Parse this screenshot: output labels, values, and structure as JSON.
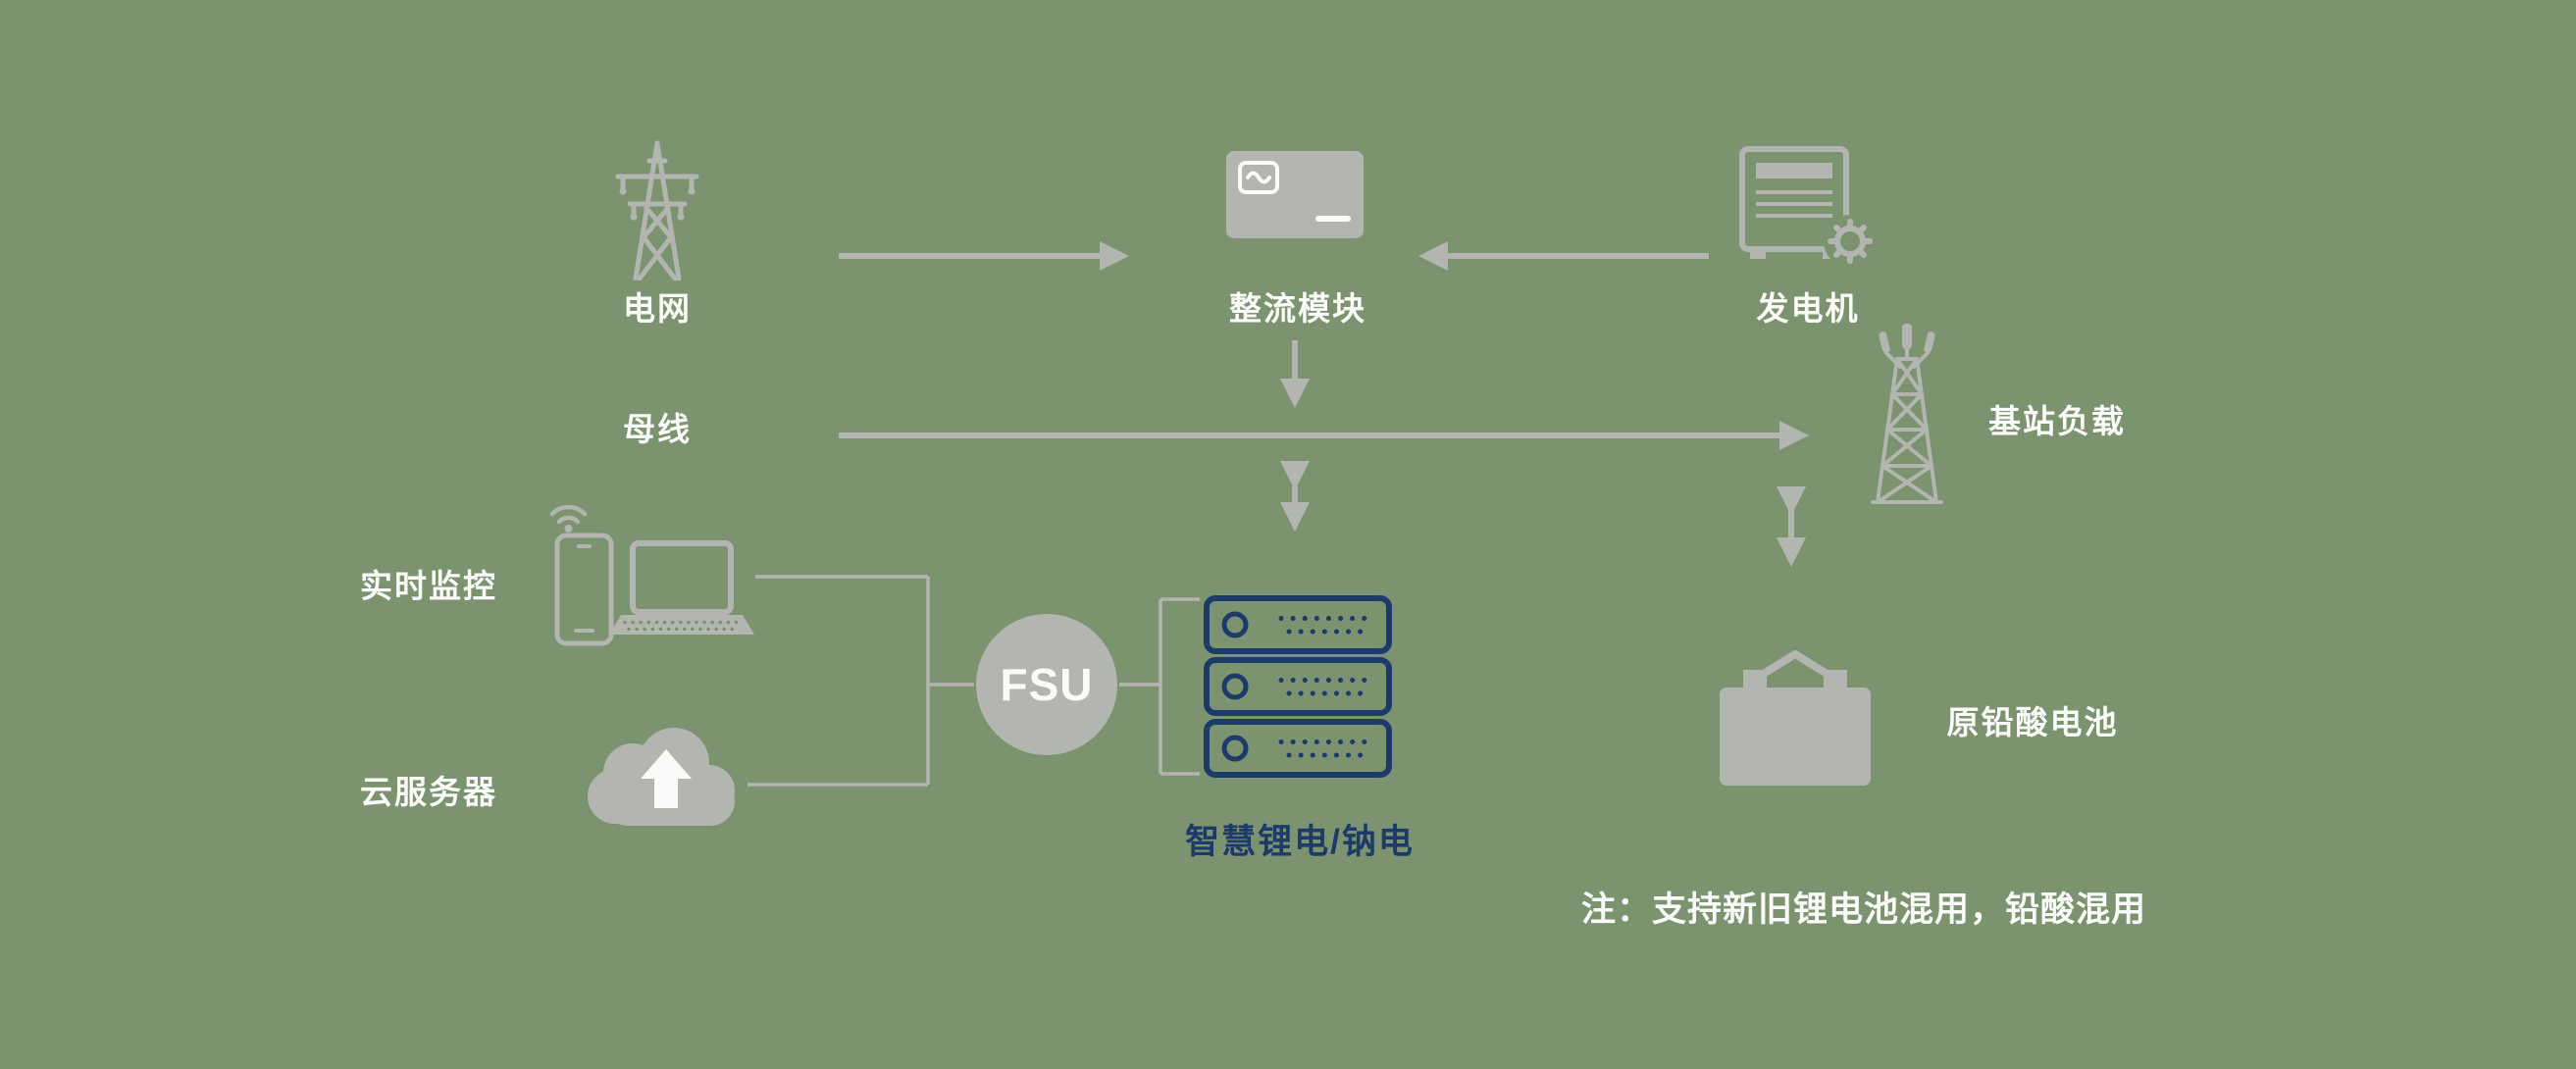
{
  "colors": {
    "bg": "#7c9370",
    "icon": "#b3b6b0",
    "text": "#fafbf8",
    "navy": "#1c3a6a"
  },
  "nodes": {
    "grid": {
      "label": "电网"
    },
    "rectifier": {
      "label": "整流模块"
    },
    "generator": {
      "label": "发电机"
    },
    "bus": {
      "label": "母线"
    },
    "base_station_load": {
      "label": "基站负载"
    },
    "realtime_monitoring": {
      "label": "实时监控"
    },
    "cloud_server": {
      "label": "云服务器"
    },
    "fsu": {
      "label": "FSU"
    },
    "smart_battery": {
      "label": "智慧锂电/钠电"
    },
    "lead_acid_battery": {
      "label": "原铅酸电池"
    }
  },
  "note": {
    "text": "注：支持新旧锂电池混用，铅酸混用"
  },
  "edges": [
    {
      "from": "grid",
      "to": "rectifier",
      "style": "arrow"
    },
    {
      "from": "generator",
      "to": "rectifier",
      "style": "arrow"
    },
    {
      "from": "rectifier",
      "to": "bus",
      "style": "arrow"
    },
    {
      "from": "bus",
      "to": "base_station_load",
      "style": "arrow"
    },
    {
      "from": "bus",
      "to": "smart_battery",
      "style": "double-arrow"
    },
    {
      "from": "bus",
      "to": "lead_acid_battery",
      "style": "double-arrow"
    },
    {
      "from": "realtime_monitoring",
      "to": "fsu",
      "style": "line"
    },
    {
      "from": "cloud_server",
      "to": "fsu",
      "style": "line"
    },
    {
      "from": "fsu",
      "to": "smart_battery",
      "style": "bracket"
    }
  ]
}
